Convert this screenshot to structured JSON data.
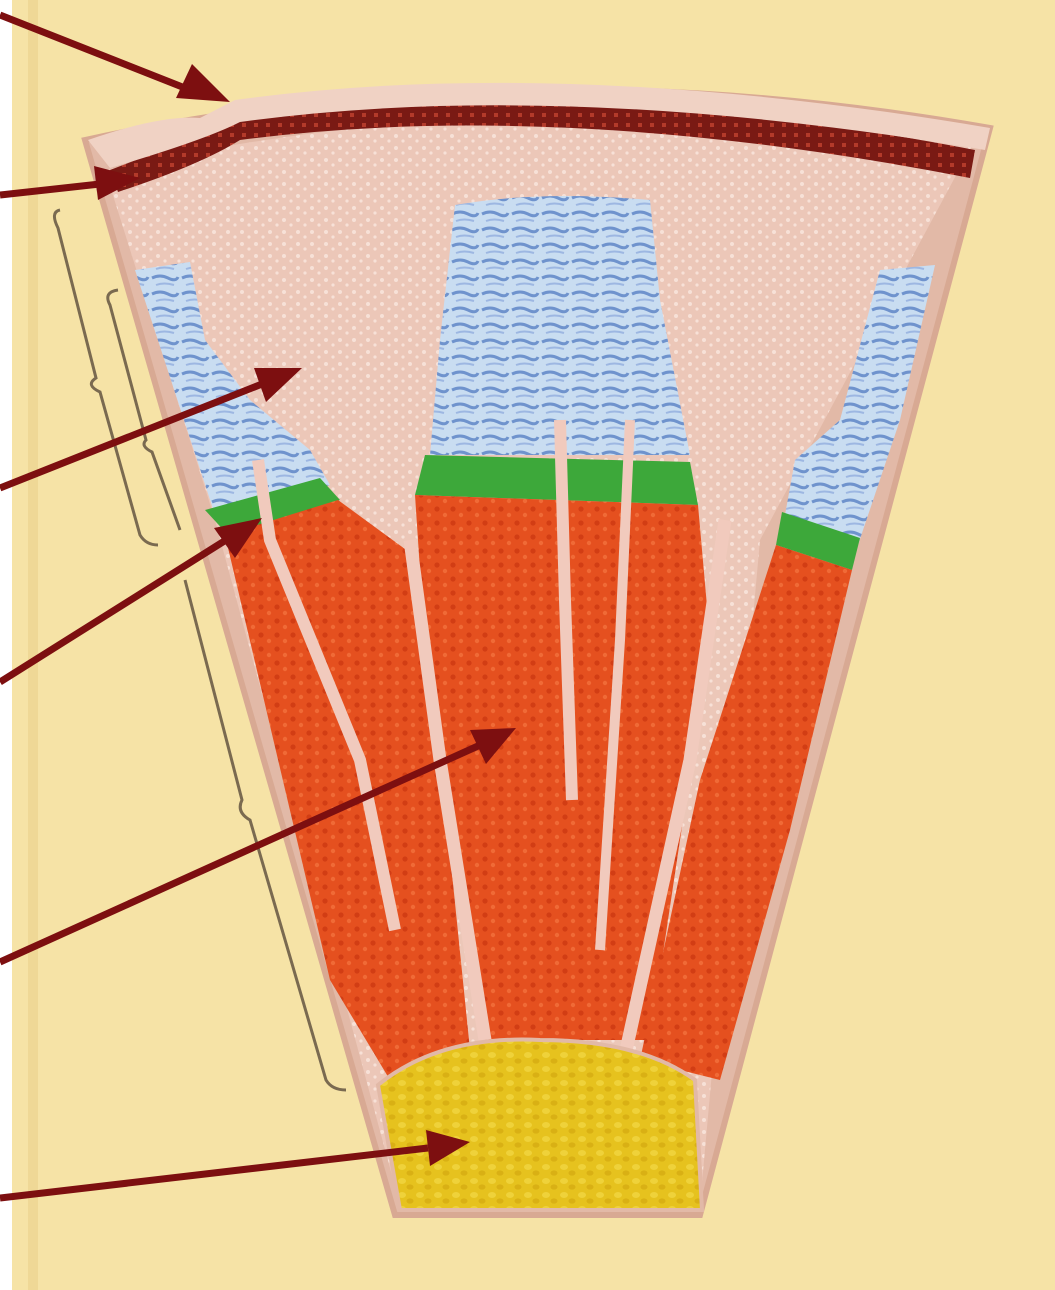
{
  "diagram": {
    "colors": {
      "background_panel": "#f6e3a6",
      "panel_edge": "#ffffff",
      "pink_layer": "#ecc7b8",
      "dark_red_band": "#7a1a14",
      "blue_region": "#c9ddf1",
      "blue_streak": "#5f86c4",
      "green_band": "#3da83a",
      "orange_red_tissue": "#e5501f",
      "yellow_base": "#e6c21e",
      "arrow": "#7d0f10",
      "bracket": "#7a6a50"
    },
    "pointer_arrows": [
      {
        "id": "arrow-1",
        "target": "outer-pink-surface"
      },
      {
        "id": "arrow-2",
        "target": "dark-red-band"
      },
      {
        "id": "arrow-3",
        "target": "pink-matrix"
      },
      {
        "id": "arrow-4",
        "target": "green-band"
      },
      {
        "id": "arrow-5",
        "target": "orange-red-tissue"
      },
      {
        "id": "arrow-6",
        "target": "yellow-base"
      }
    ],
    "brackets": [
      {
        "id": "bracket-outer"
      },
      {
        "id": "bracket-inner"
      },
      {
        "id": "bracket-lower"
      }
    ]
  }
}
